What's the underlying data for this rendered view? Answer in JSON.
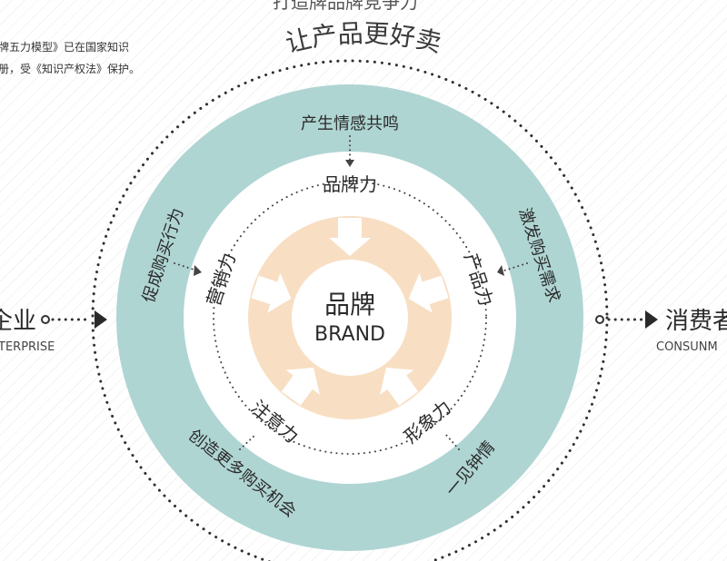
{
  "header": {
    "title": "打造牌品牌竞争力"
  },
  "notice": {
    "line1": "牌五力模型》已在国家知识",
    "line2": "册，受《知识产权法》保护。"
  },
  "outer_ring": {
    "title": "让产品更好卖"
  },
  "center": {
    "cn": "品牌",
    "en": "BRAND"
  },
  "forces": {
    "brand": "品牌力",
    "product": "产品力",
    "image": "形象力",
    "attention": "注意力",
    "marketing": "营销力"
  },
  "effects": {
    "brand": "产生情感共鸣",
    "product": "激发购买需求",
    "image": "一见钟情",
    "attention": "创造更多购买机会",
    "marketing": "促成购买行为"
  },
  "left_node": {
    "cn": "企业",
    "en": "TERPRISE"
  },
  "right_node": {
    "cn": "消费者",
    "en": "CONSUNM"
  },
  "colors": {
    "outer_ring": "#afd5d3",
    "inner_wheel": "#f8dfc3",
    "text": "#2a2a2a",
    "dots": "#333333"
  }
}
